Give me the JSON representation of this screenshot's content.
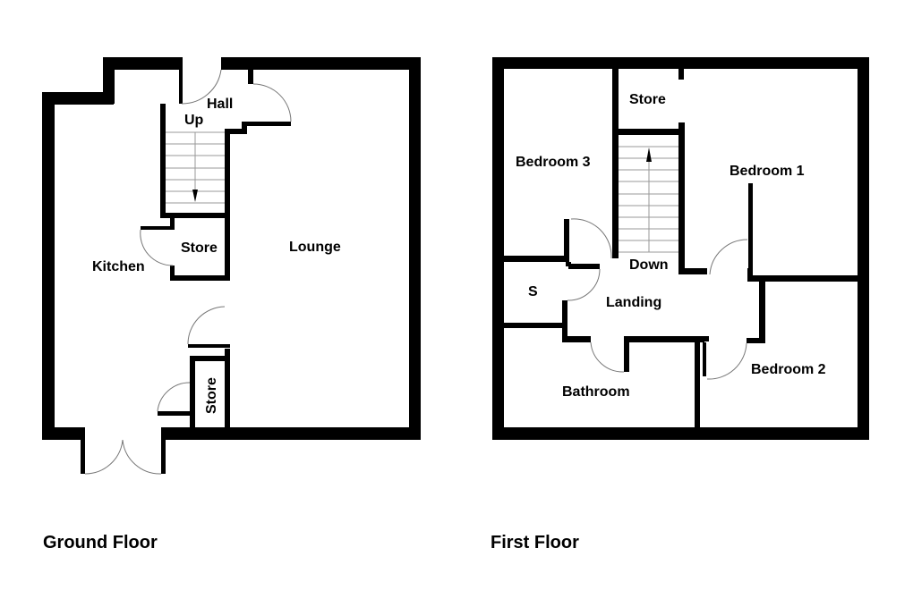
{
  "floors": [
    {
      "title": "Ground Floor",
      "rooms": {
        "hall": "Hall",
        "stairs": "Up",
        "kitchen": "Kitchen",
        "store_upper": "Store",
        "store_lower": "Store",
        "lounge": "Lounge"
      }
    },
    {
      "title": "First Floor",
      "rooms": {
        "store": "Store",
        "bedroom3": "Bedroom 3",
        "bedroom1": "Bedroom 1",
        "stairs": "Down",
        "s": "S",
        "landing": "Landing",
        "bedroom2": "Bedroom 2",
        "bathroom": "Bathroom"
      }
    }
  ],
  "colors": {
    "wall": "#000000",
    "door_swing": "#777777",
    "background": "#ffffff"
  }
}
